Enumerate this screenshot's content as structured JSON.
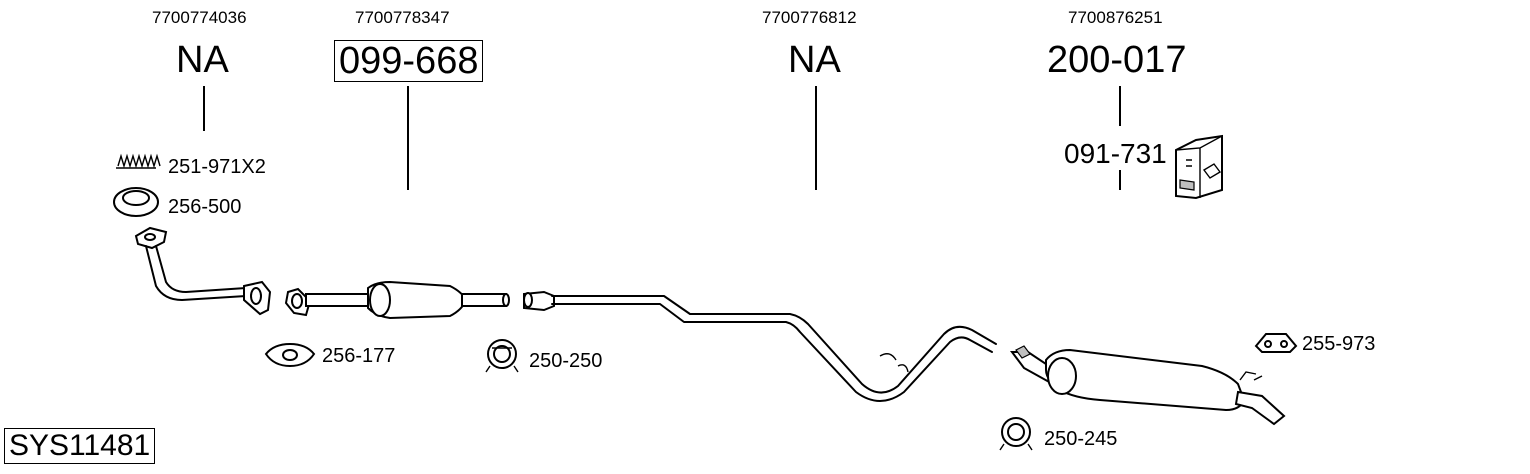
{
  "columns": [
    {
      "oem": "7700774036",
      "code": "NA",
      "boxed": false
    },
    {
      "oem": "7700778347",
      "code": "099-668",
      "boxed": true
    },
    {
      "oem": "7700776812",
      "code": "NA",
      "boxed": false
    },
    {
      "oem": "7700876251",
      "code": "200-017",
      "boxed": false
    }
  ],
  "fitting_kit": "091-731",
  "parts": {
    "spring": "251-971X2",
    "ring_gasket": "256-500",
    "flange_gasket": "256-177",
    "clamp_front": "250-250",
    "clamp_rear": "250-245",
    "rubber_mount": "255-973"
  },
  "system_id": "SYS11481",
  "icons": {
    "kit_box": "bosal-fitting-kit-box-icon"
  }
}
